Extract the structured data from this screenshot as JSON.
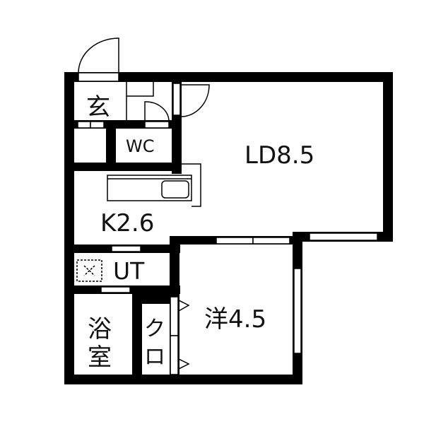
{
  "floorplan": {
    "rooms": [
      {
        "id": "entrance",
        "label": "玄"
      },
      {
        "id": "toilet",
        "label": "WC"
      },
      {
        "id": "living-dining",
        "label": "LD8.5"
      },
      {
        "id": "kitchen",
        "label": "K2.6"
      },
      {
        "id": "utility",
        "label": "UT"
      },
      {
        "id": "bathroom",
        "label": "浴\n室",
        "label_line1": "浴",
        "label_line2": "室"
      },
      {
        "id": "closet",
        "label": "クロ",
        "label_line1": "ク",
        "label_line2": "ロ"
      },
      {
        "id": "western-room",
        "label": "洋4.5"
      }
    ],
    "colors": {
      "wall": "#000000",
      "background": "#ffffff",
      "line": "#000000"
    }
  }
}
